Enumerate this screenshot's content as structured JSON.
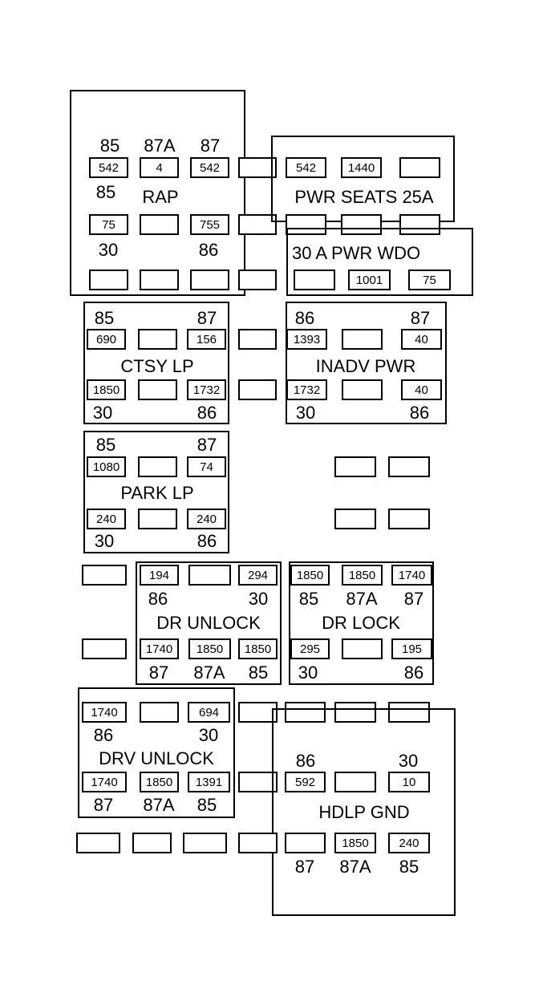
{
  "relays": {
    "rap": {
      "title": "RAP",
      "p85_top": "85",
      "p87a_top": "87A",
      "p87_top": "87",
      "c1": "542",
      "c2": "4",
      "c3": "542",
      "p85_mid": "85",
      "c4": "75",
      "c6": "755",
      "p30": "30",
      "p86": "86"
    },
    "pwr_seats": {
      "title": "PWR SEATS 25A",
      "c1": "542",
      "c2": "1440"
    },
    "pwr_wdo": {
      "title": "30 A PWR WDO",
      "c2": "1001",
      "c3": "75"
    },
    "ctsy_lp": {
      "title": "CTSY LP",
      "p85": "85",
      "p87": "87",
      "c1": "690",
      "c3": "156",
      "c4": "1850",
      "c6": "1732",
      "p30": "30",
      "p86": "86"
    },
    "inadv_pwr": {
      "title": "INADV PWR",
      "p86_top": "86",
      "p87_top": "87",
      "c1": "1393",
      "c3": "40",
      "c4": "1732",
      "c6": "40",
      "p30": "30",
      "p86_bot": "86"
    },
    "park_lp": {
      "title": "PARK LP",
      "p85": "85",
      "p87": "87",
      "c1": "1080",
      "c3": "74",
      "c4": "240",
      "c6": "240",
      "p30": "30",
      "p86": "86"
    },
    "dr_unlock": {
      "title": "DR UNLOCK",
      "c1": "194",
      "c3": "294",
      "p86": "86",
      "p30": "30",
      "c4": "1740",
      "c5": "1850",
      "c6": "1850",
      "p87": "87",
      "p87a": "87A",
      "p85": "85"
    },
    "dr_lock": {
      "title": "DR LOCK",
      "c1": "1850",
      "c2": "1850",
      "c3": "1740",
      "p85": "85",
      "p87a": "87A",
      "p87": "87",
      "c4": "295",
      "c6": "195",
      "p30": "30",
      "p86": "86"
    },
    "drv_unlock": {
      "title": "DRV UNLOCK",
      "c1": "1740",
      "c3": "694",
      "p86": "86",
      "p30": "30",
      "c4": "1740",
      "c5": "1850",
      "c6": "1391",
      "p87": "87",
      "p87a": "87A",
      "p85": "85"
    },
    "hdlp_gnd": {
      "title": "HDLP GND",
      "p86": "86",
      "p30": "30",
      "c1": "592",
      "c3": "10",
      "c5": "1850",
      "c6": "240",
      "p87": "87",
      "p87a": "87A",
      "p85": "85"
    }
  }
}
